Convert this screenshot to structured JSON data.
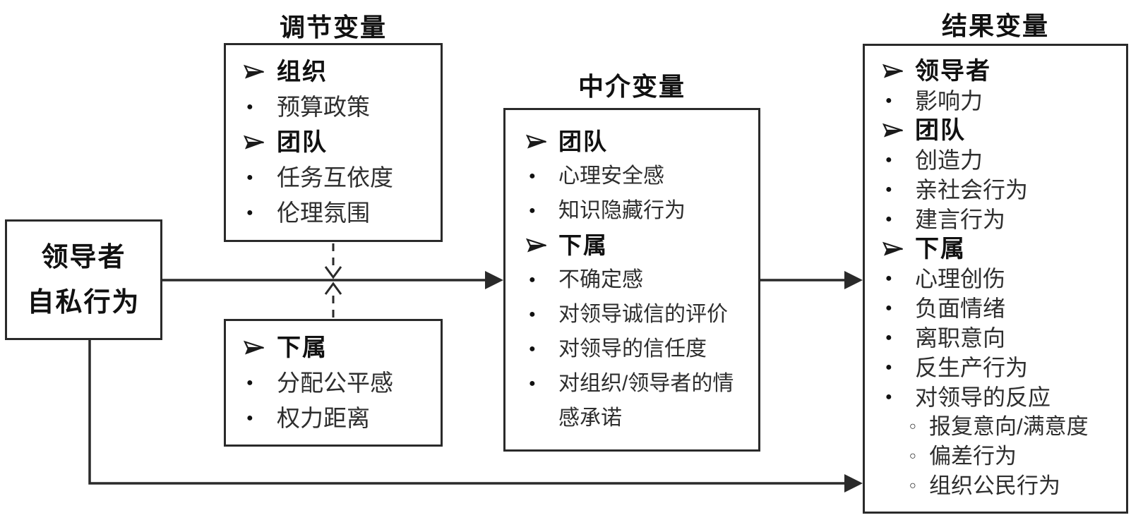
{
  "colors": {
    "ink": "#2a2a2a",
    "background": "#ffffff",
    "item_text": "#2e2e2e",
    "heading_text": "#111111"
  },
  "markers": {
    "heading": "➢",
    "bullet": "●",
    "sub_bullet": "○"
  },
  "source_box": {
    "lines": [
      "领导者",
      "自私行为"
    ]
  },
  "columns": {
    "moderator": {
      "title": "调节变量",
      "box_top": {
        "items": [
          {
            "level": "heading",
            "text": "组织"
          },
          {
            "level": "bullet",
            "text": "预算政策"
          },
          {
            "level": "heading",
            "text": "团队"
          },
          {
            "level": "bullet",
            "text": "任务互依度"
          },
          {
            "level": "bullet",
            "text": "伦理氛围"
          }
        ]
      },
      "box_bottom": {
        "items": [
          {
            "level": "heading",
            "text": "下属"
          },
          {
            "level": "bullet",
            "text": "分配公平感"
          },
          {
            "level": "bullet",
            "text": "权力距离"
          }
        ]
      }
    },
    "mediator": {
      "title": "中介变量",
      "box": {
        "items": [
          {
            "level": "heading",
            "text": "团队"
          },
          {
            "level": "bullet",
            "text": "心理安全感"
          },
          {
            "level": "bullet",
            "text": "知识隐藏行为"
          },
          {
            "level": "heading",
            "text": "下属"
          },
          {
            "level": "bullet",
            "text": "不确定感"
          },
          {
            "level": "bullet",
            "text": "对领导诚信的评价"
          },
          {
            "level": "bullet",
            "text": "对领导的信任度"
          },
          {
            "level": "bullet",
            "text": "对组织/领导者的情感承诺"
          }
        ]
      }
    },
    "outcome": {
      "title": "结果变量",
      "box": {
        "items": [
          {
            "level": "heading",
            "text": "领导者"
          },
          {
            "level": "bullet",
            "text": "影响力"
          },
          {
            "level": "heading",
            "text": "团队"
          },
          {
            "level": "bullet",
            "text": "创造力"
          },
          {
            "level": "bullet",
            "text": "亲社会行为"
          },
          {
            "level": "bullet",
            "text": "建言行为"
          },
          {
            "level": "heading",
            "text": "下属"
          },
          {
            "level": "bullet",
            "text": "心理创伤"
          },
          {
            "level": "bullet",
            "text": "负面情绪"
          },
          {
            "level": "bullet",
            "text": "离职意向"
          },
          {
            "level": "bullet",
            "text": "反生产行为"
          },
          {
            "level": "bullet",
            "text": "对领导的反应"
          },
          {
            "level": "sub",
            "text": "报复意向/满意度"
          },
          {
            "level": "sub",
            "text": "偏差行为"
          },
          {
            "level": "sub",
            "text": "组织公民行为"
          }
        ]
      }
    }
  }
}
